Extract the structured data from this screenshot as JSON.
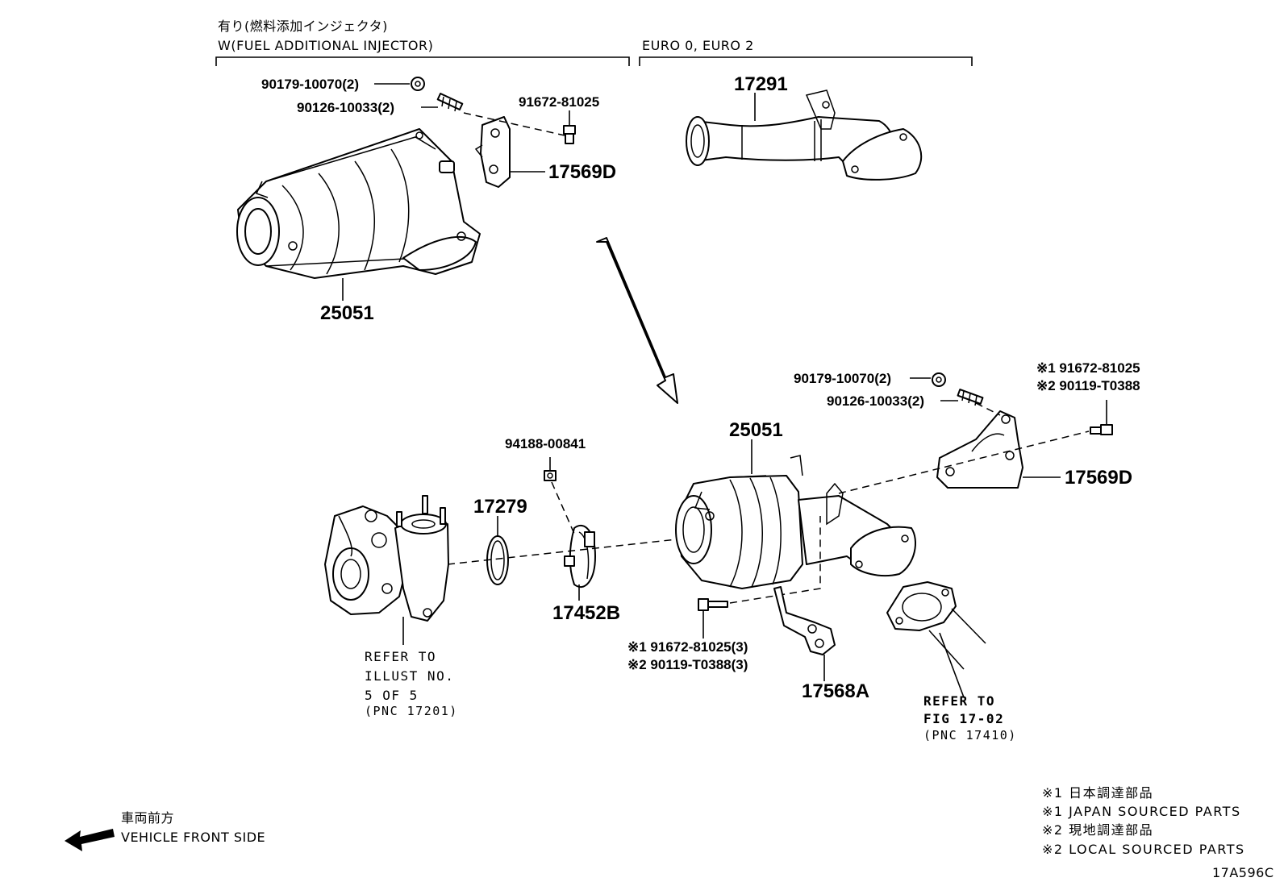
{
  "headers": {
    "left_jp": "有り(燃料添加インジェクタ)",
    "left_en": "W(FUEL ADDITIONAL INJECTOR)",
    "right": "EURO 0, EURO 2"
  },
  "top_parts": {
    "nut": "90179-10070(2)",
    "stud": "90126-10033(2)",
    "bolt": "91672-81025",
    "bracket": "17569D",
    "pipe": "17291",
    "converter": "25051"
  },
  "bottom_parts": {
    "nut": "90179-10070(2)",
    "stud": "90126-10033(2)",
    "bolt_opt1": "※1 91672-81025",
    "bolt_opt2": "※2 90119-T0388",
    "converter": "25051",
    "bracket": "17569D",
    "clamp_nut": "94188-00841",
    "gasket": "17279",
    "clamp": "17452B",
    "lower_bolt_opt1": "※1 91672-81025(3)",
    "lower_bolt_opt2": "※2 90119-T0388(3)",
    "stay": "17568A"
  },
  "refer_turbo": {
    "line1": "REFER TO",
    "line2": "ILLUST NO.",
    "line3": "5 OF 5",
    "line4": "(PNC 17201)"
  },
  "refer_pipe": {
    "line1": "REFER TO",
    "line2": "FIG 17-02",
    "line3": "(PNC 17410)"
  },
  "front": {
    "jp": "車両前方",
    "en": "VEHICLE FRONT SIDE"
  },
  "notes": [
    "※1 日本調達部品",
    "※1 JAPAN SOURCED PARTS",
    "※2 現地調達部品",
    "※2 LOCAL SOURCED PARTS"
  ],
  "figure_code": "17A596C"
}
